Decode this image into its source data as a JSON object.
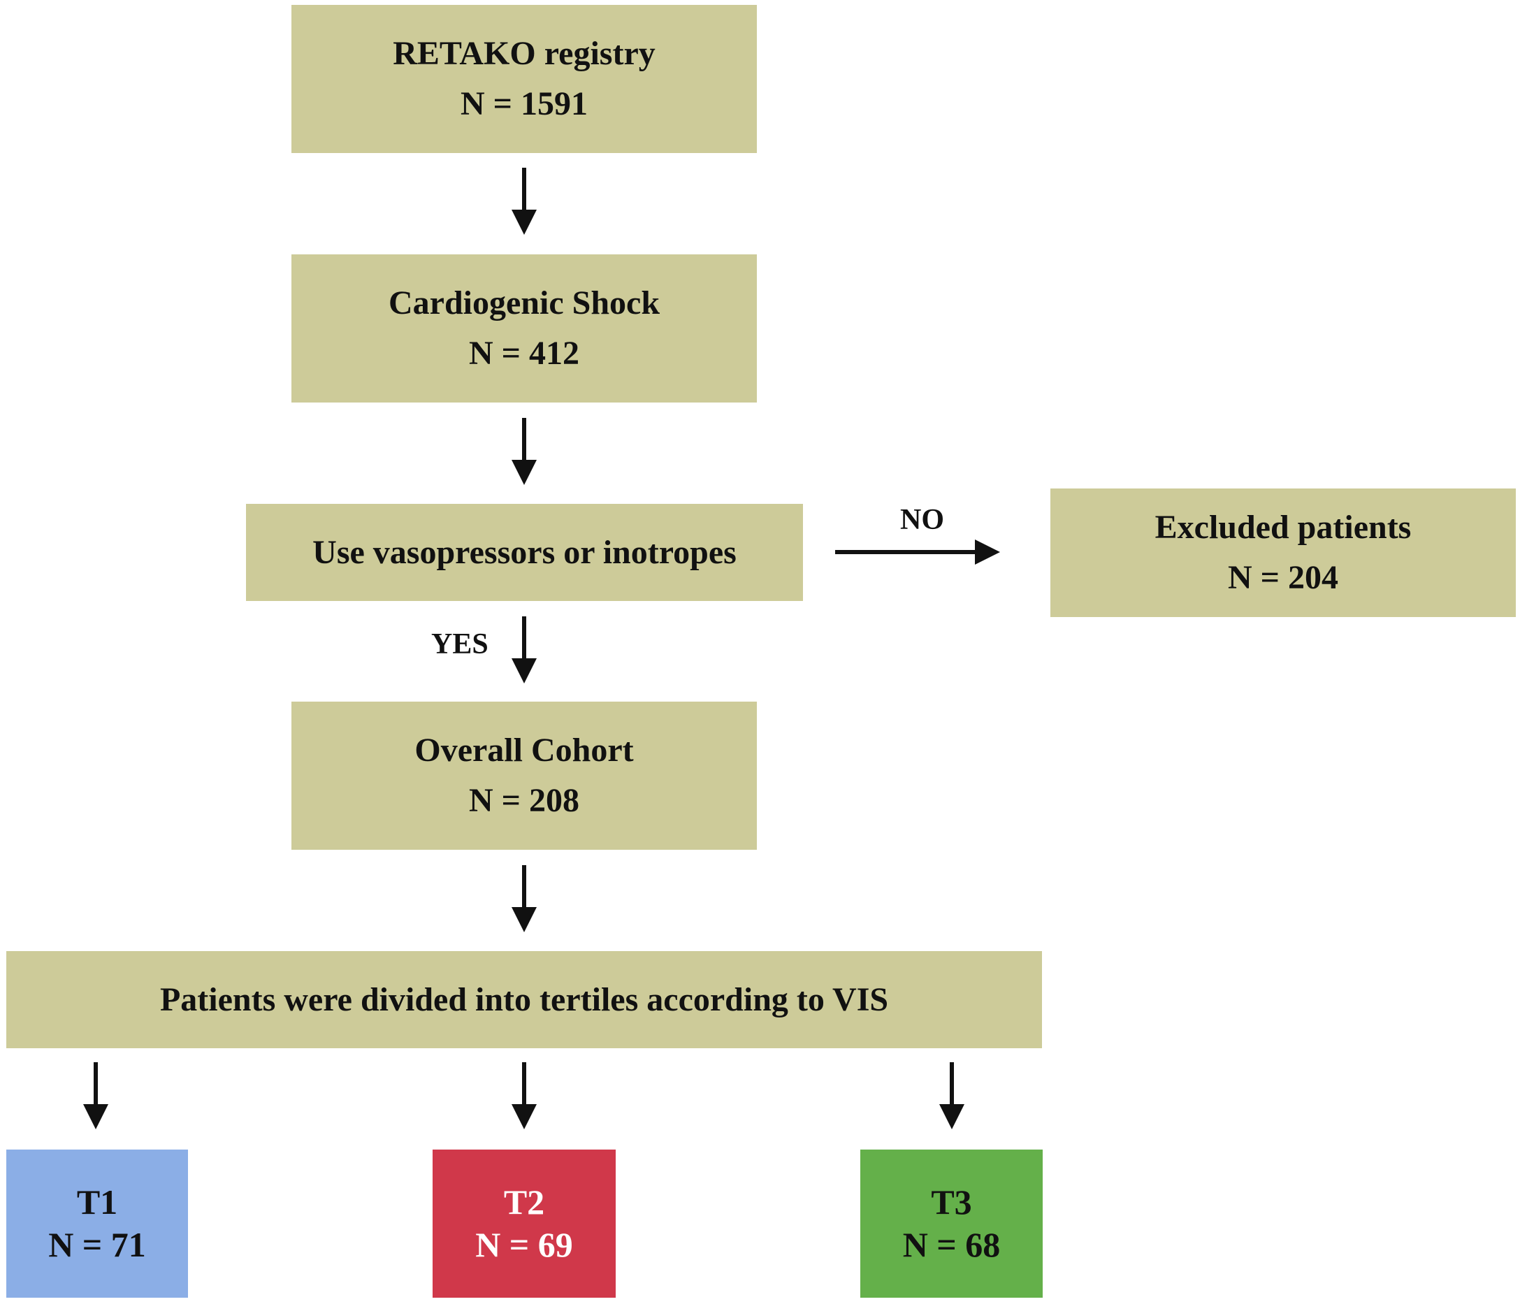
{
  "colors": {
    "box_fill": "#CDCB99",
    "t1_fill": "#8BAEE6",
    "t2_fill": "#D0384A",
    "t3_fill": "#64B04A",
    "text": "#111111",
    "tertile_text": "#FFFFFF",
    "arrow": "#111111"
  },
  "nodes": {
    "registry": {
      "title": "RETAKO registry",
      "n": "N = 1591"
    },
    "shock": {
      "title": "Cardiogenic Shock",
      "n": "N = 412"
    },
    "decision": {
      "title": "Use vasopressors or inotropes"
    },
    "excluded": {
      "title": "Excluded patients",
      "n": "N = 204"
    },
    "cohort": {
      "title": "Overall Cohort",
      "n": "N = 208"
    },
    "division": {
      "title": "Patients were divided into tertiles according to VIS"
    },
    "t1": {
      "title": "T1",
      "n": "N = 71"
    },
    "t2": {
      "title": "T2",
      "n": "N = 69"
    },
    "t3": {
      "title": "T3",
      "n": "N = 68"
    }
  },
  "edge_labels": {
    "no": "NO",
    "yes": "YES"
  }
}
